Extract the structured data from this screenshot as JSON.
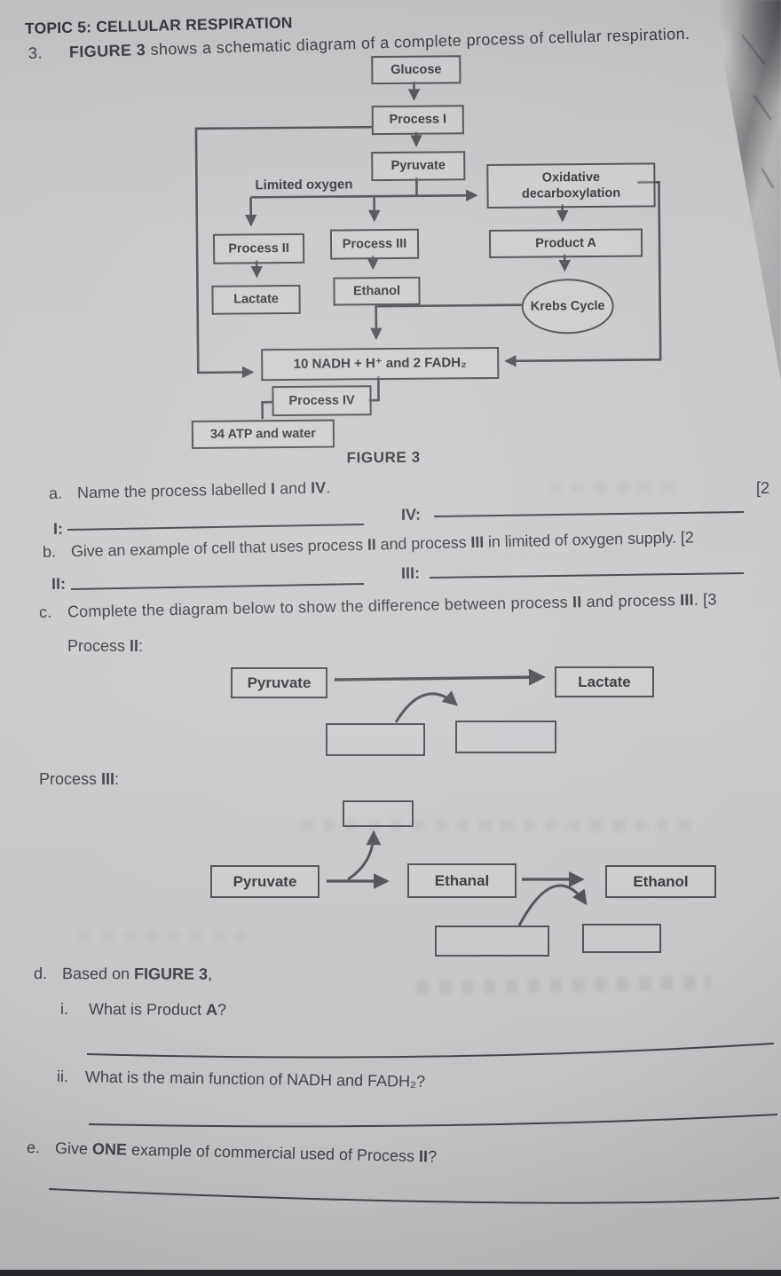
{
  "colors": {
    "paper": "#c7c7c9",
    "ink": "#3e3e43",
    "box_border": "#515156"
  },
  "header": {
    "topic": "TOPIC 5: CELLULAR RESPIRATION",
    "num": "3.",
    "fig": "FIGURE 3",
    "intro": " shows a schematic diagram of a complete process of cellular respiration."
  },
  "figure": {
    "glucose": "Glucose",
    "process_i": "Process I",
    "pyruvate": "Pyruvate",
    "limited_oxygen": "Limited oxygen",
    "process_ii": "Process II",
    "process_iii": "Process III",
    "oxidative": "Oxidative decarboxylation",
    "product_a": "Product A",
    "lactate": "Lactate",
    "ethanol": "Ethanol",
    "krebs": "Krebs Cycle",
    "nadh": "10 NADH + H⁺ and 2 FADH₂",
    "process_iv": "Process IV",
    "atp": "34 ATP and water",
    "caption": "FIGURE 3"
  },
  "q": {
    "a": {
      "label": "a.",
      "p1": "Name the process labelled ",
      "b1": "I",
      "p2": " and ",
      "b2": "IV",
      "p3": ".",
      "marks": "[2",
      "i": "I:",
      "iv": "IV:"
    },
    "b": {
      "label": "b.",
      "p1": "Give an example of cell that uses process ",
      "b1": "II",
      "p2": " and process ",
      "b2": "III",
      "p3": " in limited of oxygen supply. ",
      "marks": "[2",
      "ii": "II:",
      "iii": "III:"
    },
    "c": {
      "label": "c.",
      "p1": "Complete the diagram below to show the difference between process ",
      "b1": "II",
      "p2": " and process ",
      "b2": "III",
      "p3": ". ",
      "marks": "[3",
      "proc2": {
        "p1": "Process ",
        "b": "II",
        "p2": ":"
      },
      "proc3": {
        "p1": "Process ",
        "b": "III",
        "p2": ":"
      },
      "d2": {
        "pyruvate": "Pyruvate",
        "lactate": "Lactate"
      },
      "d3": {
        "pyruvate": "Pyruvate",
        "ethanal": "Ethanal",
        "ethanol": "Ethanol"
      }
    },
    "d": {
      "label": "d.",
      "p1": "Based on ",
      "b1": "FIGURE 3",
      "p2": ",",
      "i_label": "i.",
      "i_p1": "What is Product ",
      "i_b1": "A",
      "i_p2": "?",
      "ii_label": "ii.",
      "ii_text": "What is the main function of NADH and FADH₂?"
    },
    "e": {
      "label": "e.",
      "p1": "Give ",
      "b1": "ONE",
      "p2": " example of commercial used of Process ",
      "b2": "II",
      "p3": "?"
    }
  }
}
